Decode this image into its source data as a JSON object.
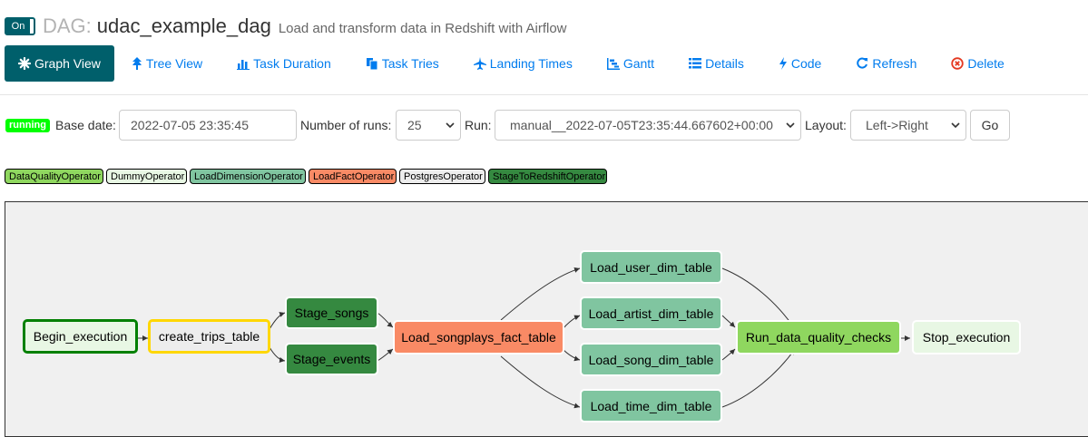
{
  "header": {
    "toggle_label": "On",
    "dag_prefix": "DAG:",
    "dag_id": "udac_example_dag",
    "description": "Load and transform data in Redshift with Airflow"
  },
  "nav": {
    "graph_view": "Graph View",
    "tree_view": "Tree View",
    "task_duration": "Task Duration",
    "task_tries": "Task Tries",
    "landing_times": "Landing Times",
    "gantt": "Gantt",
    "details": "Details",
    "code": "Code",
    "refresh": "Refresh",
    "delete": "Delete"
  },
  "controls": {
    "state": "running",
    "base_date_label": "Base date:",
    "base_date": "2022-07-05 23:35:45",
    "num_runs_label": "Number of runs:",
    "num_runs": "25",
    "run_label": "Run:",
    "run": "manual__2022-07-05T23:35:44.667602+00:00",
    "layout_label": "Layout:",
    "layout": "Left->Right",
    "go": "Go"
  },
  "legend": [
    {
      "label": "DataQualityOperator",
      "color": "#8fd75f"
    },
    {
      "label": "DummyOperator",
      "color": "#e8f7e4"
    },
    {
      "label": "LoadDimensionOperator",
      "color": "#80c5a0"
    },
    {
      "label": "LoadFactOperator",
      "color": "#f98a65"
    },
    {
      "label": "PostgresOperator",
      "color": "#ededed"
    },
    {
      "label": "StageToRedshiftOperator",
      "color": "#358940"
    }
  ],
  "tasks": {
    "begin_execution": "Begin_execution",
    "create_trips_table": "create_trips_table",
    "stage_songs": "Stage_songs",
    "stage_events": "Stage_events",
    "load_songplays_fact_table": "Load_songplays_fact_table",
    "load_user_dim_table": "Load_user_dim_table",
    "load_artist_dim_table": "Load_artist_dim_table",
    "load_song_dim_table": "Load_song_dim_table",
    "load_time_dim_table": "Load_time_dim_table",
    "run_data_quality_checks": "Run_data_quality_checks",
    "stop_execution": "Stop_execution"
  },
  "colors": {
    "brand": "#005f6b",
    "link": "#017cee",
    "running": "#00ff00",
    "success_border": "#008000",
    "upstream_failed_border": "#ffd700"
  }
}
